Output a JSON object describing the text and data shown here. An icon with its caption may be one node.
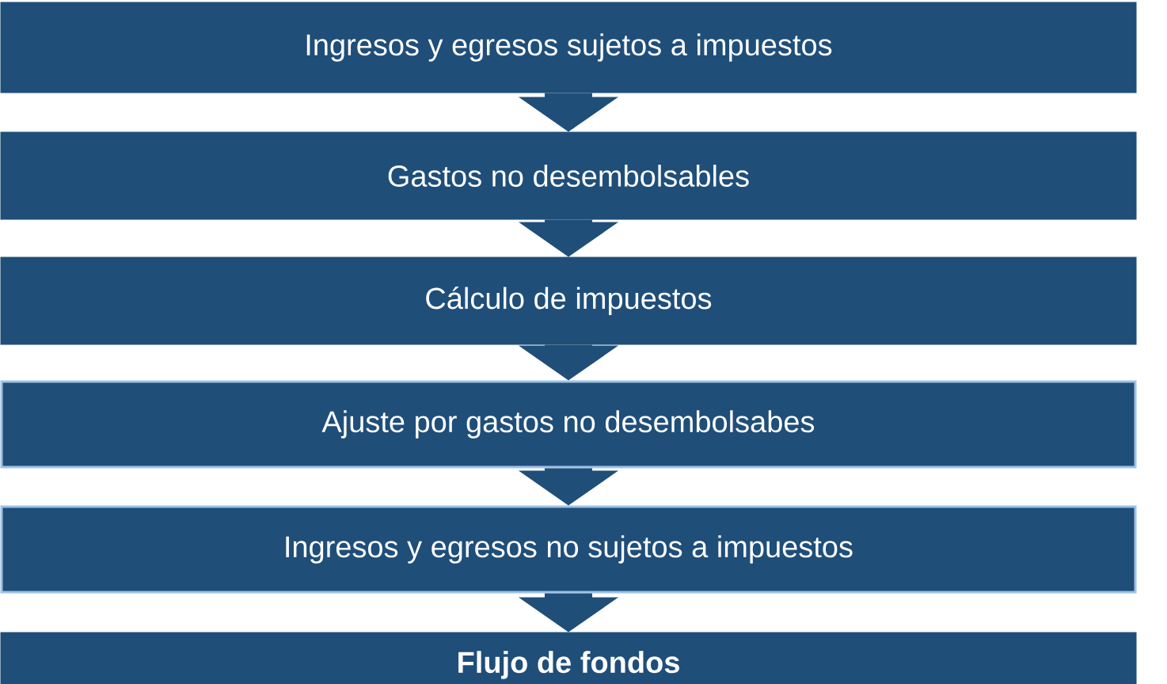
{
  "diagram": {
    "nodes": [
      {
        "text": [
          "Ingresos y egresos sujetos a impuestos"
        ]
      },
      {
        "text": [
          "Gastos no desembolsables"
        ]
      },
      {
        "text": [
          "Cálculo de impuestos"
        ]
      },
      {
        "text": [
          "Ajuste por gastos no desembolsabes"
        ]
      },
      {
        "text": [
          "Ingresos y egresos no sujetos a impuestos"
        ]
      },
      {
        "text": [
          "Flujo de fondos"
        ]
      }
    ],
    "edges": [
      {
        "from": 0,
        "to": 1,
        "arrow": "to"
      },
      {
        "from": 1,
        "to": 2,
        "arrow": "to"
      },
      {
        "from": 2,
        "to": 3,
        "arrow": "to"
      },
      {
        "from": 3,
        "to": 4,
        "arrow": "to"
      },
      {
        "from": 4,
        "to": 5,
        "arrow": "to"
      }
    ]
  }
}
